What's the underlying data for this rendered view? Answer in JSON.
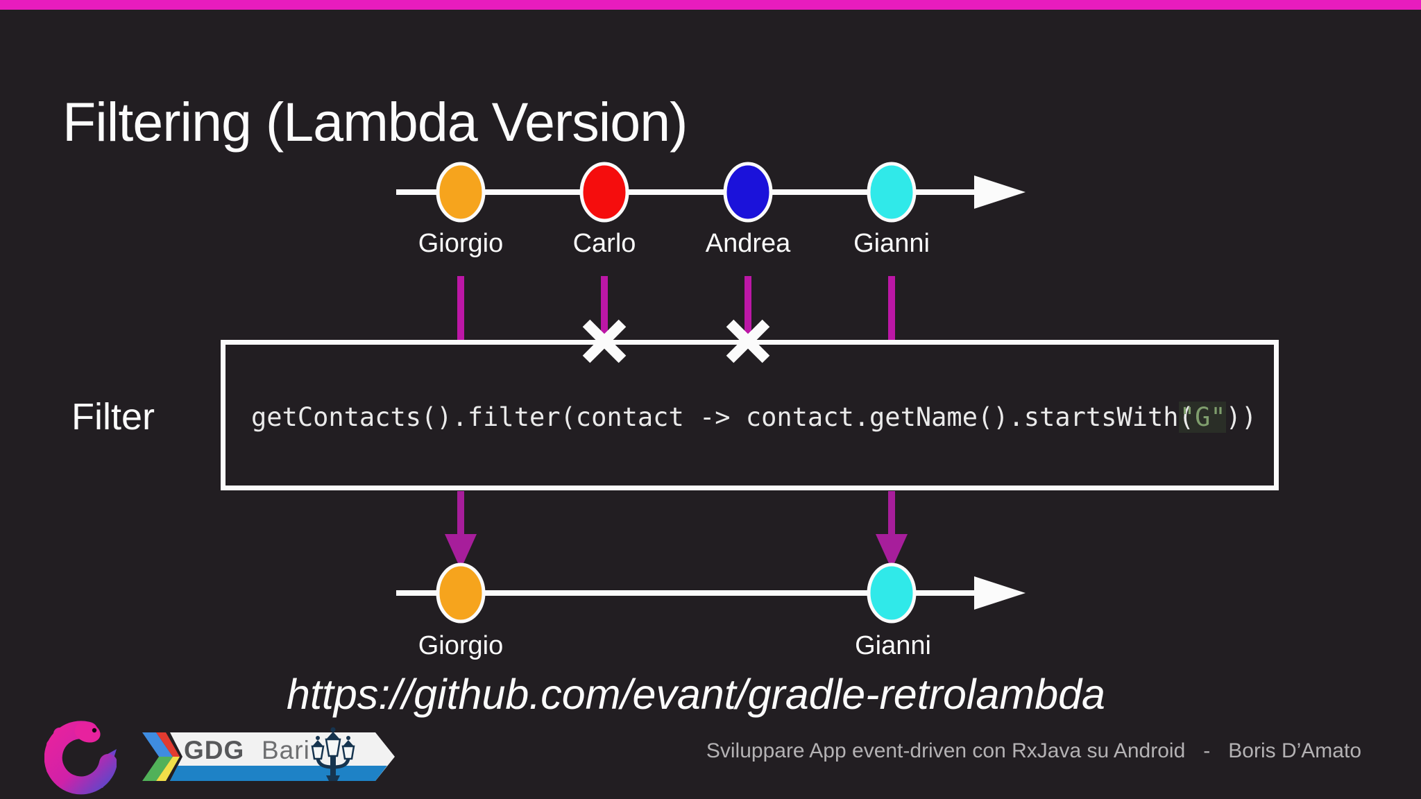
{
  "slide": {
    "title": "Filtering (Lambda Version)",
    "filter_label": "Filter",
    "code": {
      "full_text": "getContacts().filter(contact -> contact.getName().startsWith(\"G\"))",
      "prefix": "getContacts().filter(contact -> contact.getName().startsWith",
      "lparen": "(",
      "string_arg": "\"G\"",
      "close": "))"
    },
    "url": "https://github.com/evant/gradle-retrolambda"
  },
  "marble_diagram": {
    "operator": "filter",
    "input_stream": [
      {
        "name": "Giorgio",
        "color": "#f6a41d",
        "filtered_out": false
      },
      {
        "name": "Carlo",
        "color": "#f50d0d",
        "filtered_out": true
      },
      {
        "name": "Andrea",
        "color": "#1b12da",
        "filtered_out": true
      },
      {
        "name": "Gianni",
        "color": "#30e9e9",
        "filtered_out": false
      }
    ],
    "output_stream": [
      {
        "name": "Giorgio",
        "color": "#f6a41d"
      },
      {
        "name": "Gianni",
        "color": "#30e9e9"
      }
    ]
  },
  "footer": {
    "talk_title": "Sviluppare App event-driven con RxJava su Android",
    "separator": "-",
    "author": "Boris D’Amato",
    "gdg_org": "GDG",
    "gdg_city": "Bari"
  },
  "colors": {
    "background": "#221e22",
    "top_bar": "#e81cbe",
    "stream_drop_line": "#bc17a6",
    "emit_arrow": "#a71e9b",
    "code_string_green": "#7f9e6d",
    "timeline_white": "#fbfbfb",
    "gdg_blue_stripe": "#1e82c6"
  }
}
